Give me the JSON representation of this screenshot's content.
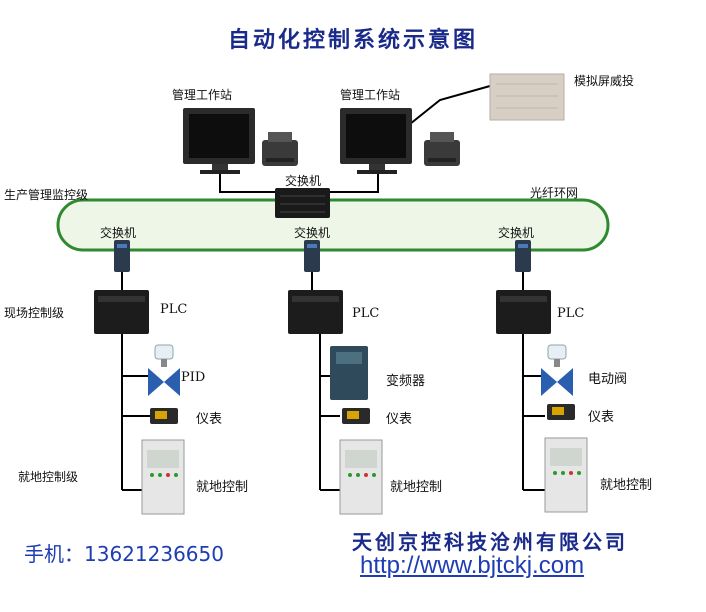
{
  "title": "自动化控制系统示意图",
  "labels": {
    "mgmt_station_left": "管理工作站",
    "mgmt_station_right": "管理工作站",
    "simulation_screen": "模拟屏威投",
    "switch_top": "交换机",
    "production_level": "生产管理监控级",
    "fiber_ring": "光纤环网",
    "switch_1": "交换机",
    "switch_2": "交换机",
    "switch_3": "交换机",
    "field_control_level": "现场控制级",
    "plc_1": "PLC",
    "plc_2": "PLC",
    "plc_3": "PLC",
    "device_1": "PID",
    "device_2": "变频器",
    "device_3": "电动阀",
    "meter_1": "仪表",
    "meter_2": "仪表",
    "meter_3": "仪表",
    "local_level": "就地控制级",
    "local_1": "就地控制",
    "local_2": "就地控制",
    "local_3": "就地控制"
  },
  "contact": {
    "phone": "手机：13621236650",
    "company": "天创京控科技沧州有限公司",
    "url": "http://www.bjtckj.com"
  },
  "colors": {
    "title": "#1a2a8a",
    "ring": "#2f8a2f",
    "ring_fill": "#e8f4e0",
    "link": "#1e3cb4"
  }
}
